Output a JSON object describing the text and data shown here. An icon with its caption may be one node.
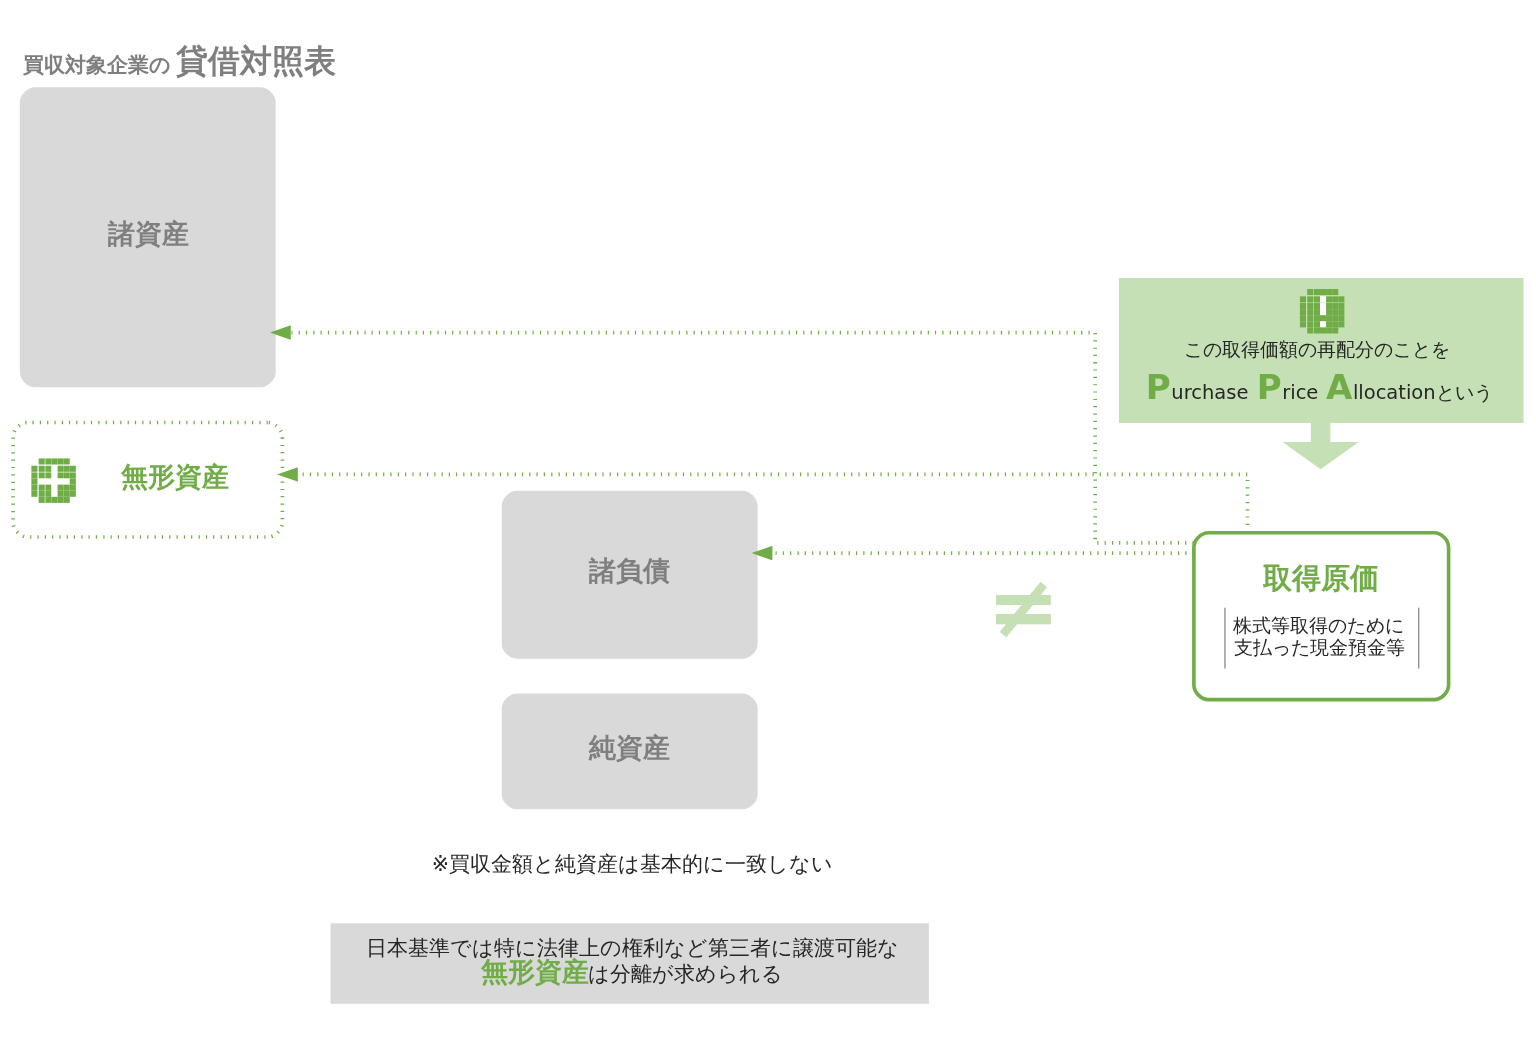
{
  "diagram": {
    "title": "買収対象企業の 貸借対照表",
    "nodes": [
      {
        "text": [
          "この取得価額の再配分のことを",
          "Purchase Price Allocationという"
        ]
      },
      {
        "text": [
          "諸資産"
        ]
      },
      {
        "text": [
          "諸負債"
        ]
      },
      {
        "text": [
          "純資産"
        ]
      },
      {
        "text": [
          "取得原価",
          "株式等取得のために支払った現金預金等"
        ]
      },
      {
        "text": [
          "無形資産"
        ]
      },
      {
        "text": [
          "日本基準では特に法律上の権利など第三者に譲渡可能な**無形資産**は分離が求められる"
        ]
      }
    ],
    "edges": [
      {
        "from": 0,
        "to": null,
        "arrow": "to",
        "style": "thick",
        "color": "#c5e0b4"
      },
      {
        "from": 4,
        "to": 2,
        "arrow": "to",
        "style": "dashed"
      },
      {
        "from": 4,
        "to": 1,
        "arrow": "to",
        "style": "dashed"
      },
      {
        "from": 4,
        "to": 5,
        "arrow": "to",
        "style": "dashed"
      }
    ],
    "labels": [
      "≠",
      "※買収金額と純資産は基本的に一致しない"
    ]
  }
}
